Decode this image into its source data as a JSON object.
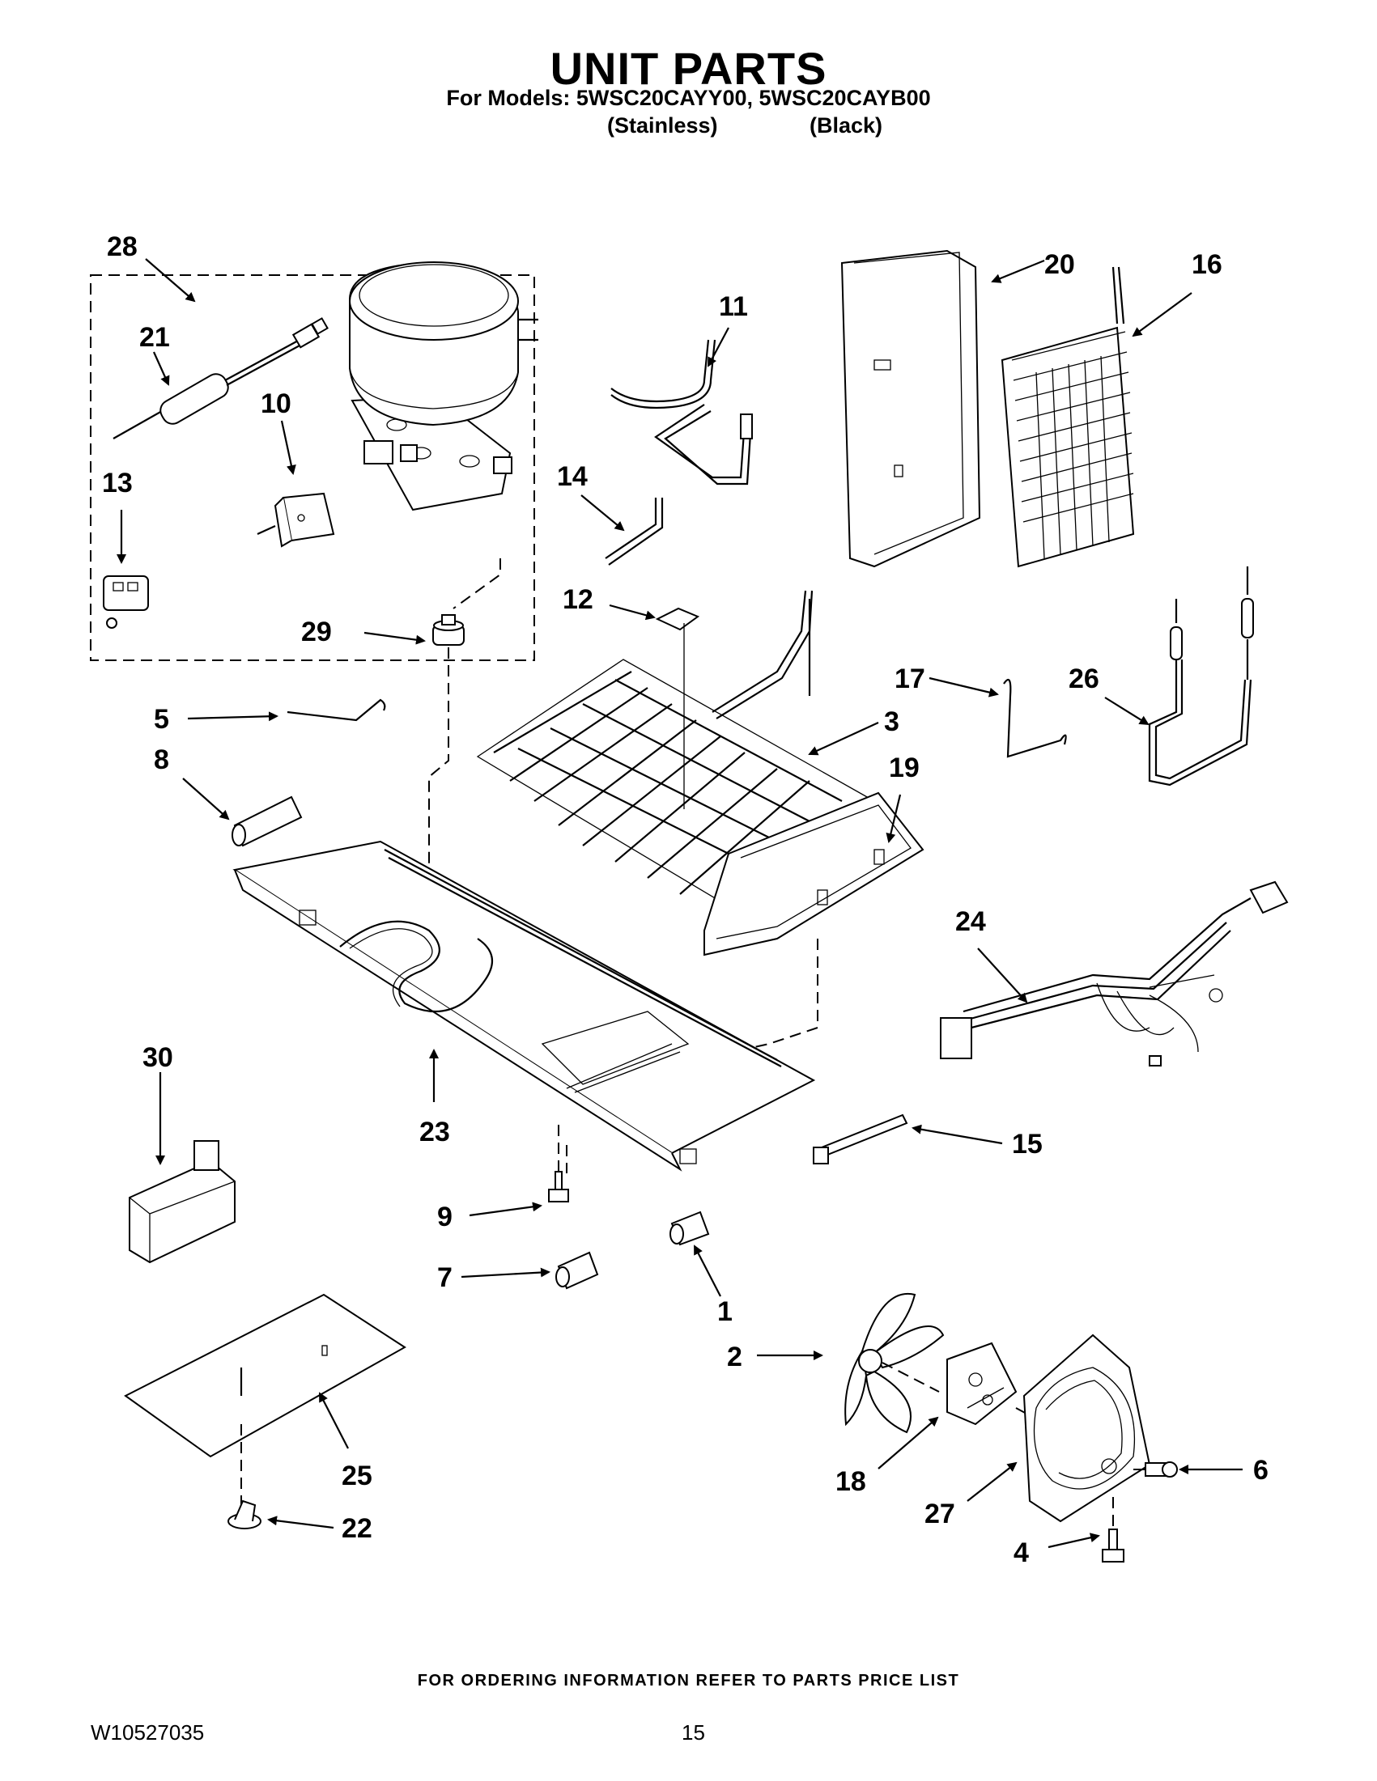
{
  "header": {
    "title": "UNIT PARTS",
    "subtitle": "For Models: 5WSC20CAYY00, 5WSC20CAYB00",
    "variant_left": "(Stainless)",
    "variant_right": "(Black)"
  },
  "callouts": {
    "c1": "1",
    "c2": "2",
    "c3": "3",
    "c4": "4",
    "c5": "5",
    "c6": "6",
    "c7": "7",
    "c8": "8",
    "c9": "9",
    "c10": "10",
    "c11": "11",
    "c12": "12",
    "c13": "13",
    "c14": "14",
    "c15": "15",
    "c16": "16",
    "c17": "17",
    "c18": "18",
    "c19": "19",
    "c20": "20",
    "c21": "21",
    "c22": "22",
    "c23": "23",
    "c24": "24",
    "c25": "25",
    "c26": "26",
    "c27": "27",
    "c28": "28",
    "c29": "29",
    "c30": "30"
  },
  "footer": {
    "ordering_note": "FOR ORDERING INFORMATION REFER TO PARTS PRICE LIST",
    "doc_number": "W10527035",
    "page_number": "15"
  }
}
